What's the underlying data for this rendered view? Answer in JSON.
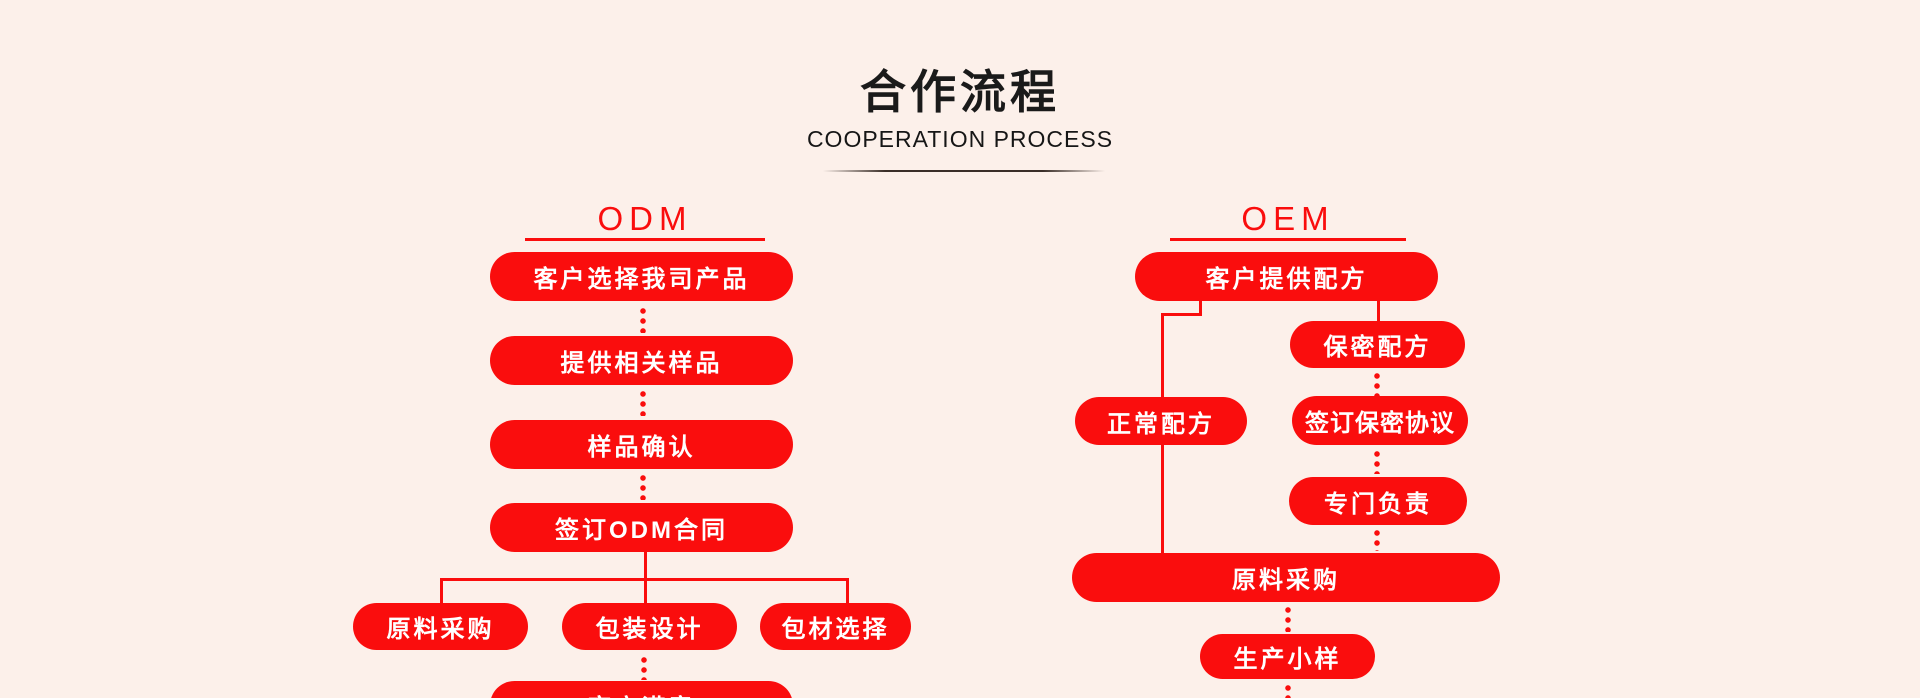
{
  "header": {
    "title": "合作流程",
    "subtitle": "COOPERATION PROCESS"
  },
  "colors": {
    "accent_red": "#fa0d0d",
    "background": "#fcf0ea",
    "title_black": "#1a1a1a"
  },
  "odm": {
    "heading": "ODM",
    "steps": [
      {
        "label": "客户选择我司产品"
      },
      {
        "label": "提供相关样品"
      },
      {
        "label": "样品确认"
      },
      {
        "label": "签订ODM合同"
      }
    ],
    "branches": [
      {
        "label": "原料采购"
      },
      {
        "label": "包装设计"
      },
      {
        "label": "包材选择"
      }
    ],
    "final_step": {
      "label": "客户满意"
    }
  },
  "oem": {
    "heading": "OEM",
    "root": {
      "label": "客户提供配方"
    },
    "left_branch": [
      {
        "label": "正常配方"
      }
    ],
    "right_branch": [
      {
        "label": "保密配方"
      },
      {
        "label": "签订保密协议"
      },
      {
        "label": "专门负责"
      }
    ],
    "merge": {
      "label": "原料采购"
    },
    "after_merge": [
      {
        "label": "生产小样"
      }
    ]
  }
}
